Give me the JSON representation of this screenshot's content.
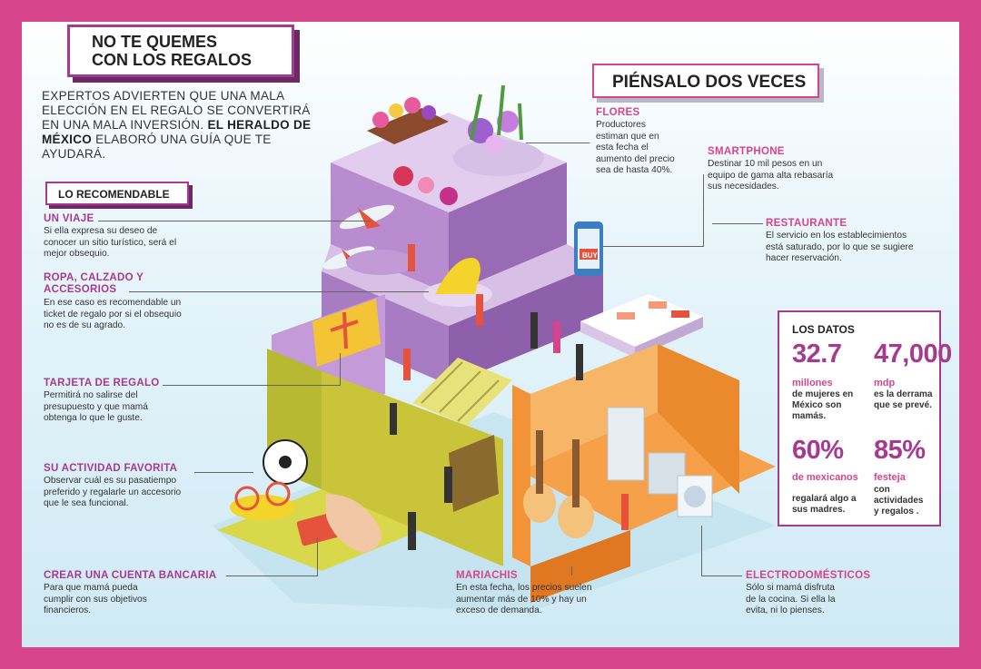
{
  "header": {
    "title_line1": "NO TE QUEMES",
    "title_line2": "CON LOS REGALOS",
    "intro_text": "EXPERTOS ADVIERTEN QUE UNA MALA ELECCIÓN EN EL REGALO SE CONVERTIRÁ EN UNA MALA INVERSIÓN. ",
    "intro_bold": "EL HERALDO DE MÉXICO",
    "intro_end": " ELABORÓ UNA GUÍA QUE TE AYUDARÁ."
  },
  "recomendable": {
    "label": "LO RECOMENDABLE",
    "items": [
      {
        "title": "UN VIAJE",
        "text": "Si ella expresa su deseo de conocer un sitio turístico, será el mejor obsequio."
      },
      {
        "title": "ROPA, CALZADO Y ACCESORIOS",
        "text": "En ese caso es recomendable un ticket de regalo por si el obsequio no es de su agrado."
      },
      {
        "title": "TARJETA DE REGALO",
        "text": "Permitirá no salirse del presupuesto y que mamá obtenga lo que le guste."
      },
      {
        "title": "SU ACTIVIDAD FAVORITA",
        "text": "Observar cuál es su pasatiempo preferido y regalarle un accesorio que le sea funcional."
      },
      {
        "title": "CREAR UNA CUENTA BANCARIA",
        "text": "Para que mamá pueda cumplir con sus objetivos financieros."
      }
    ]
  },
  "piensalo": {
    "label": "PIÉNSALO DOS VECES",
    "flores": {
      "title": "FLORES",
      "text": "Productores estiman que en esta fecha el aumento del precio sea de hasta 40%."
    },
    "smartphone": {
      "title": "SMARTPHONE",
      "text": "Destinar 10 mil pesos en un equipo de gama alta rebasaría sus necesidades."
    },
    "restaurante": {
      "title": "RESTAURANTE",
      "text": "El servicio en los establecimientos está saturado, por lo que se sugiere hacer reservación."
    },
    "mariachis": {
      "title": "MARIACHIS",
      "text": "En esta fecha, los precios suelen aumentar más de 10% y hay un exceso de demanda."
    },
    "electro": {
      "title": "ELECTRODOMÉSTICOS",
      "text": "Sólo si mamá disfruta de la cocina. Si ella la evita, ni lo pienses."
    }
  },
  "datos": {
    "label": "LOS DATOS",
    "stats": [
      {
        "value": "32.7",
        "unit": "millones",
        "text": "de mujeres en México son mamás."
      },
      {
        "value": "47,000",
        "unit": "mdp",
        "text": "es la derrama que se prevé."
      },
      {
        "value": "60%",
        "unit": "de mexicanos",
        "text": "regalará algo a sus madres."
      },
      {
        "value": "85%",
        "unit": "festeja",
        "text": "con actividades y regalos ."
      }
    ]
  },
  "illustration": {
    "card_word": "BUY"
  },
  "colors": {
    "border": "#d6458c",
    "magenta": "#a63a91",
    "pink": "#d6458c",
    "lilac": "#c9a5d8",
    "orange": "#f6a04a",
    "olive": "#c9c43a"
  }
}
